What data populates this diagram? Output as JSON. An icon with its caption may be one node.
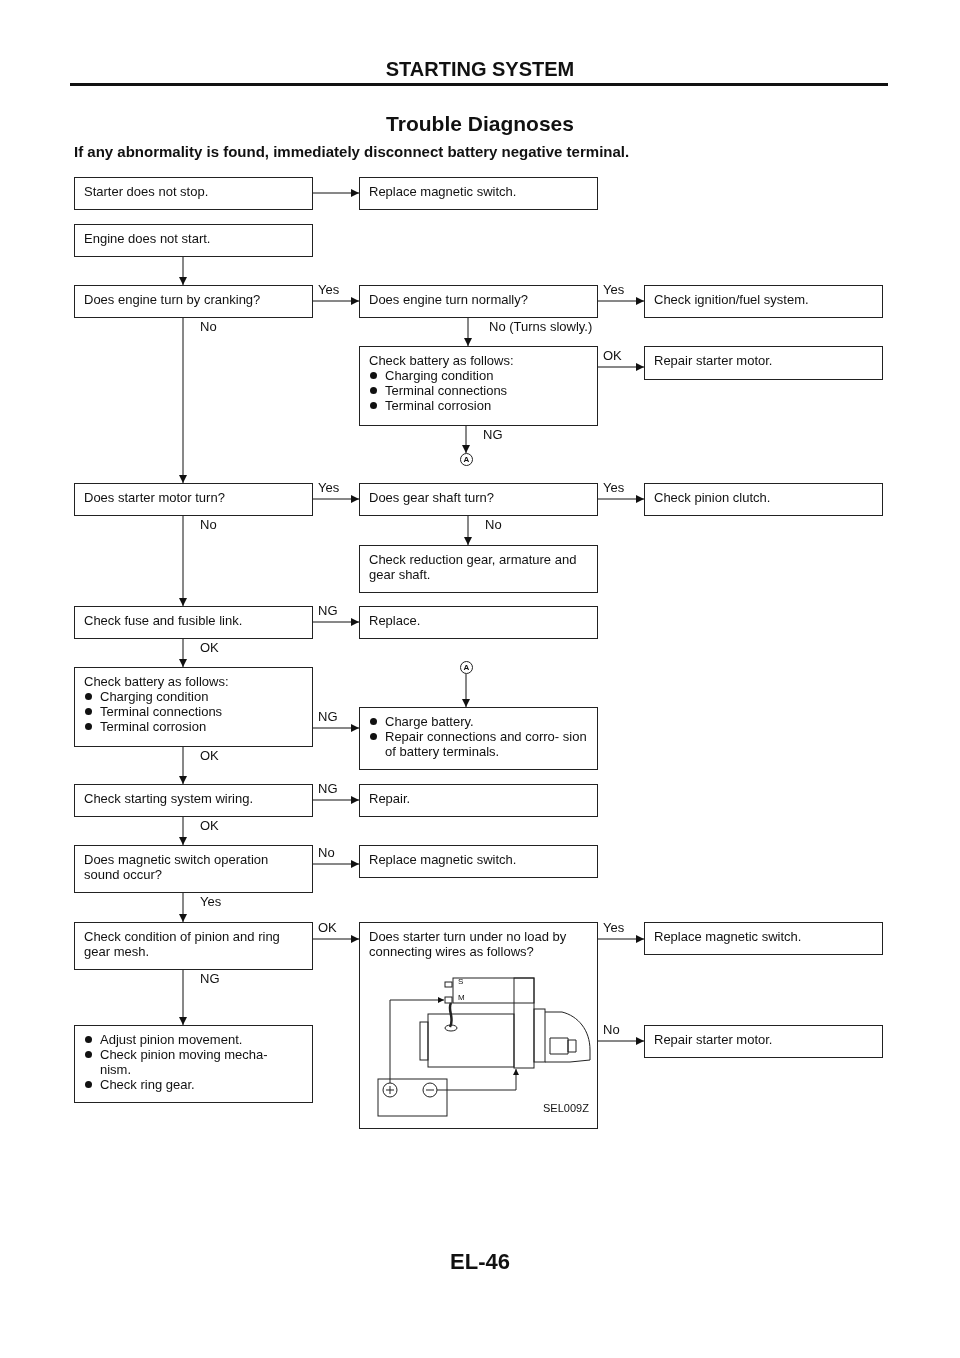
{
  "diagram": {
    "title": "Trouble Diagnoses",
    "nodes": [
      {
        "text": [
          "Starter does not stop."
        ]
      },
      {
        "text": [
          "Replace magnetic switch."
        ]
      },
      {
        "text": [
          "Engine does not start."
        ]
      },
      {
        "text": [
          "Does engine turn by cranking?"
        ]
      },
      {
        "text": [
          "Does engine turn normally?"
        ]
      },
      {
        "text": [
          "Check ignition/fuel system."
        ]
      },
      {
        "text": [
          "Check battery as follows:",
          "Charging condition",
          "Terminal connections",
          "Terminal corrosion"
        ]
      },
      {
        "text": [
          "Repair starter motor."
        ]
      },
      {
        "text": [
          "A"
        ]
      },
      {
        "text": [
          "Does starter motor turn?"
        ]
      },
      {
        "text": [
          "Does gear shaft turn?"
        ]
      },
      {
        "text": [
          "Check pinion clutch."
        ]
      },
      {
        "text": [
          "Check reduction gear, armature and gear shaft."
        ]
      },
      {
        "text": [
          "Check fuse and fusible link."
        ]
      },
      {
        "text": [
          "Replace."
        ]
      },
      {
        "text": [
          "Check battery as follows:",
          "Charging condition",
          "Terminal connections",
          "Terminal corrosion"
        ]
      },
      {
        "text": [
          "A"
        ]
      },
      {
        "text": [
          "Charge battery.",
          "Repair connections and corro- sion of battery terminals."
        ]
      },
      {
        "text": [
          "Check starting system wiring."
        ]
      },
      {
        "text": [
          "Repair."
        ]
      },
      {
        "text": [
          "Does magnetic switch operation sound occur?"
        ]
      },
      {
        "text": [
          "Replace magnetic switch."
        ]
      },
      {
        "text": [
          "Check condition of pinion and ring gear mesh."
        ]
      },
      {
        "text": [
          "Does starter turn under no load by connecting wires as follows?"
        ]
      },
      {
        "text": [
          "Replace magnetic switch."
        ]
      },
      {
        "text": [
          "Adjust pinion movement.",
          "Check pinion moving mecha- nism.",
          "Check ring gear."
        ]
      },
      {
        "text": [
          "Repair starter motor."
        ]
      }
    ],
    "edges": [
      {
        "from": 0,
        "to": 1,
        "arrow": "to"
      },
      {
        "from": 2,
        "to": 3,
        "arrow": "to"
      },
      {
        "from": 3,
        "to": 4,
        "arrow": "to",
        "label": "Yes"
      },
      {
        "from": 4,
        "to": 5,
        "arrow": "to",
        "label": "Yes"
      },
      {
        "from": 4,
        "to": 6,
        "arrow": "to",
        "label": "No (Turns slowly.)"
      },
      {
        "from": 6,
        "to": 7,
        "arrow": "to",
        "label": "OK"
      },
      {
        "from": 6,
        "to": 8,
        "arrow": "to",
        "label": "NG"
      },
      {
        "from": 3,
        "to": 9,
        "arrow": "to",
        "label": "No"
      },
      {
        "from": 9,
        "to": 10,
        "arrow": "to",
        "label": "Yes"
      },
      {
        "from": 10,
        "to": 11,
        "arrow": "to",
        "label": "Yes"
      },
      {
        "from": 10,
        "to": 12,
        "arrow": "to",
        "label": "No"
      },
      {
        "from": 9,
        "to": 13,
        "arrow": "to",
        "label": "No"
      },
      {
        "from": 13,
        "to": 14,
        "arrow": "to",
        "label": "NG"
      },
      {
        "from": 13,
        "to": 15,
        "arrow": "to",
        "label": "OK"
      },
      {
        "from": 16,
        "to": 17,
        "arrow": "to"
      },
      {
        "from": 15,
        "to": 17,
        "arrow": "to",
        "label": "NG"
      },
      {
        "from": 15,
        "to": 18,
        "arrow": "to",
        "label": "OK"
      },
      {
        "from": 18,
        "to": 19,
        "arrow": "to",
        "label": "NG"
      },
      {
        "from": 18,
        "to": 20,
        "arrow": "to",
        "label": "OK"
      },
      {
        "from": 20,
        "to": 21,
        "arrow": "to",
        "label": "No"
      },
      {
        "from": 20,
        "to": 22,
        "arrow": "to",
        "label": "Yes"
      },
      {
        "from": 22,
        "to": 23,
        "arrow": "to",
        "label": "OK"
      },
      {
        "from": 23,
        "to": 24,
        "arrow": "to",
        "label": "Yes"
      },
      {
        "from": 23,
        "to": 26,
        "arrow": "to",
        "label": "No"
      },
      {
        "from": 22,
        "to": 25,
        "arrow": "to",
        "label": "NG"
      }
    ],
    "labels": [
      "STARTING SYSTEM",
      "If any abnormality is found, immediately disconnect battery negative terminal.",
      "S",
      "M",
      "SEL009Z",
      "EL-46"
    ]
  }
}
